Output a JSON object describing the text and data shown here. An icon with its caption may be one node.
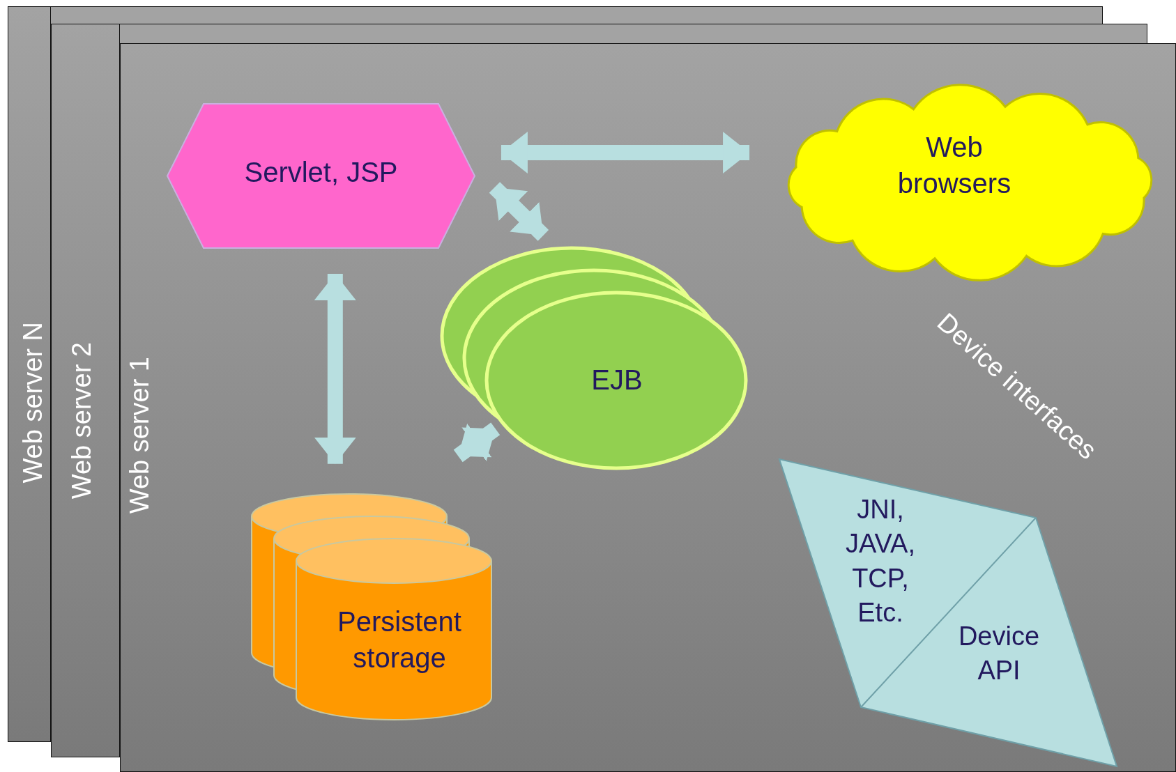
{
  "diagram": {
    "nodes": [
      {
        "text": [
          "Web server N"
        ]
      },
      {
        "text": [
          "Web server 2"
        ]
      },
      {
        "text": [
          "Web server 1"
        ]
      },
      {
        "text": [
          "Servlet, JSP"
        ],
        "in": 2
      },
      {
        "text": [
          "Web browsers"
        ],
        "in": 2
      },
      {
        "text": [
          "EJB"
        ],
        "in": 2
      },
      {
        "text": [
          "Persistent storage"
        ],
        "in": 2
      },
      {
        "text": [
          "JNI, JAVA, TCP, Etc.",
          "Device API"
        ],
        "in": 2,
        "beside": [
          "Device interfaces"
        ]
      }
    ],
    "edges": [
      {
        "from": 3,
        "to": 4,
        "arrow": "both"
      },
      {
        "from": 3,
        "to": 5,
        "arrow": "both"
      },
      {
        "from": 3,
        "to": 6,
        "arrow": "both"
      },
      {
        "from": 5,
        "to": 6,
        "arrow": "both"
      }
    ]
  }
}
